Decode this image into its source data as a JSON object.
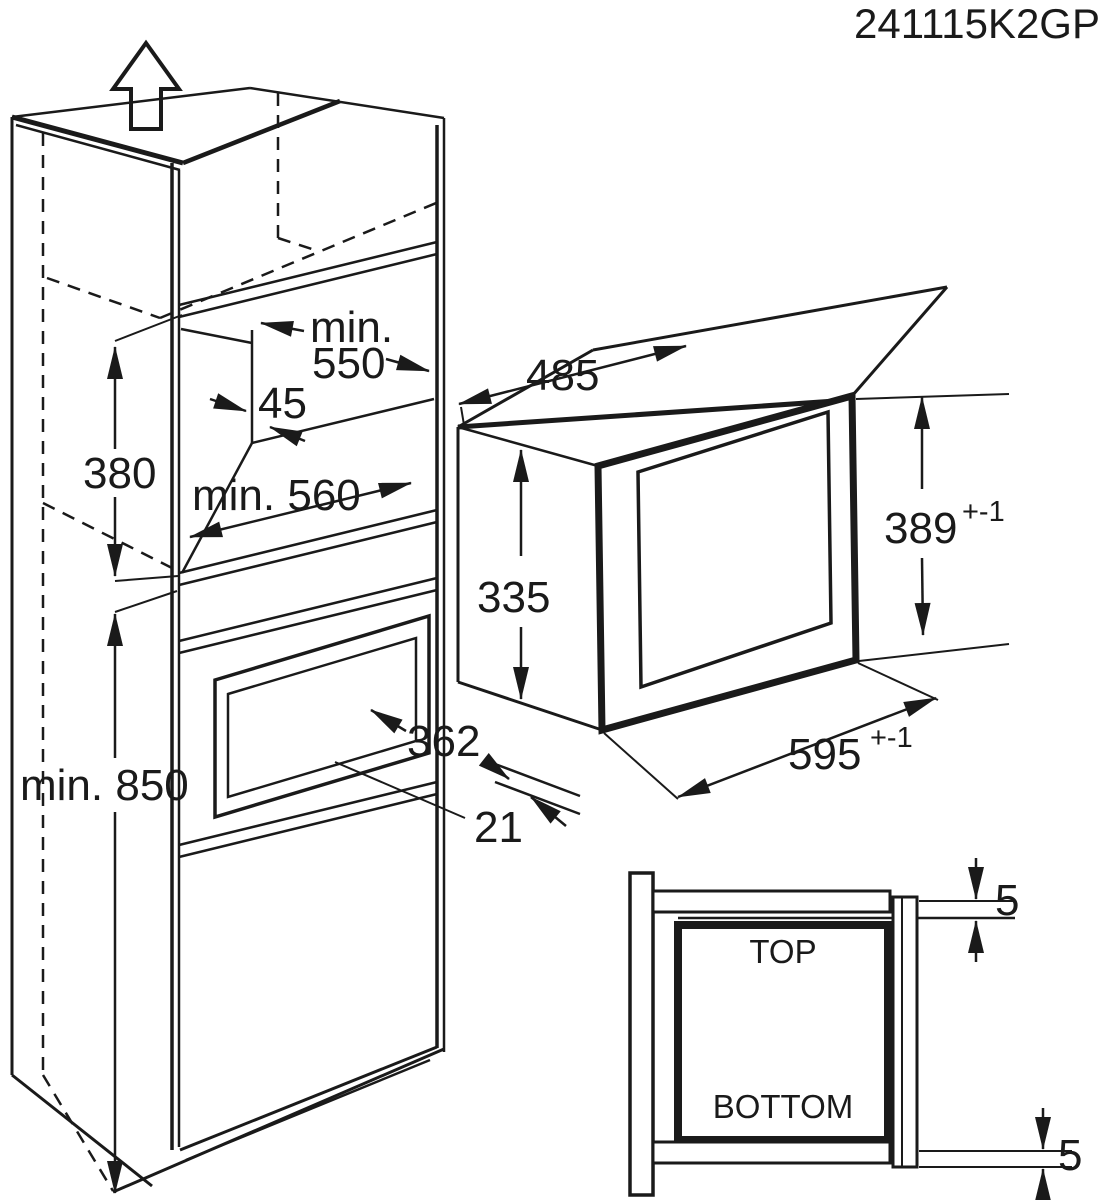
{
  "part_number": "241115K2GP",
  "cabinet": {
    "niche_width_prefix": "min.",
    "niche_width_value": "550",
    "side_clearance": "45",
    "niche_height": "380",
    "niche_depth": "min. 560",
    "plinth_height": "min. 850",
    "door_dimension": "362",
    "front_gap": "21"
  },
  "oven": {
    "depth": "485",
    "body_height": "335",
    "front_height": "389",
    "front_height_tolerance": "+-1",
    "front_width": "595",
    "front_width_tolerance": "+-1"
  },
  "section_view": {
    "top_label": "TOP",
    "bottom_label": "BOTTOM",
    "top_gap": "5",
    "bottom_gap": "5"
  }
}
